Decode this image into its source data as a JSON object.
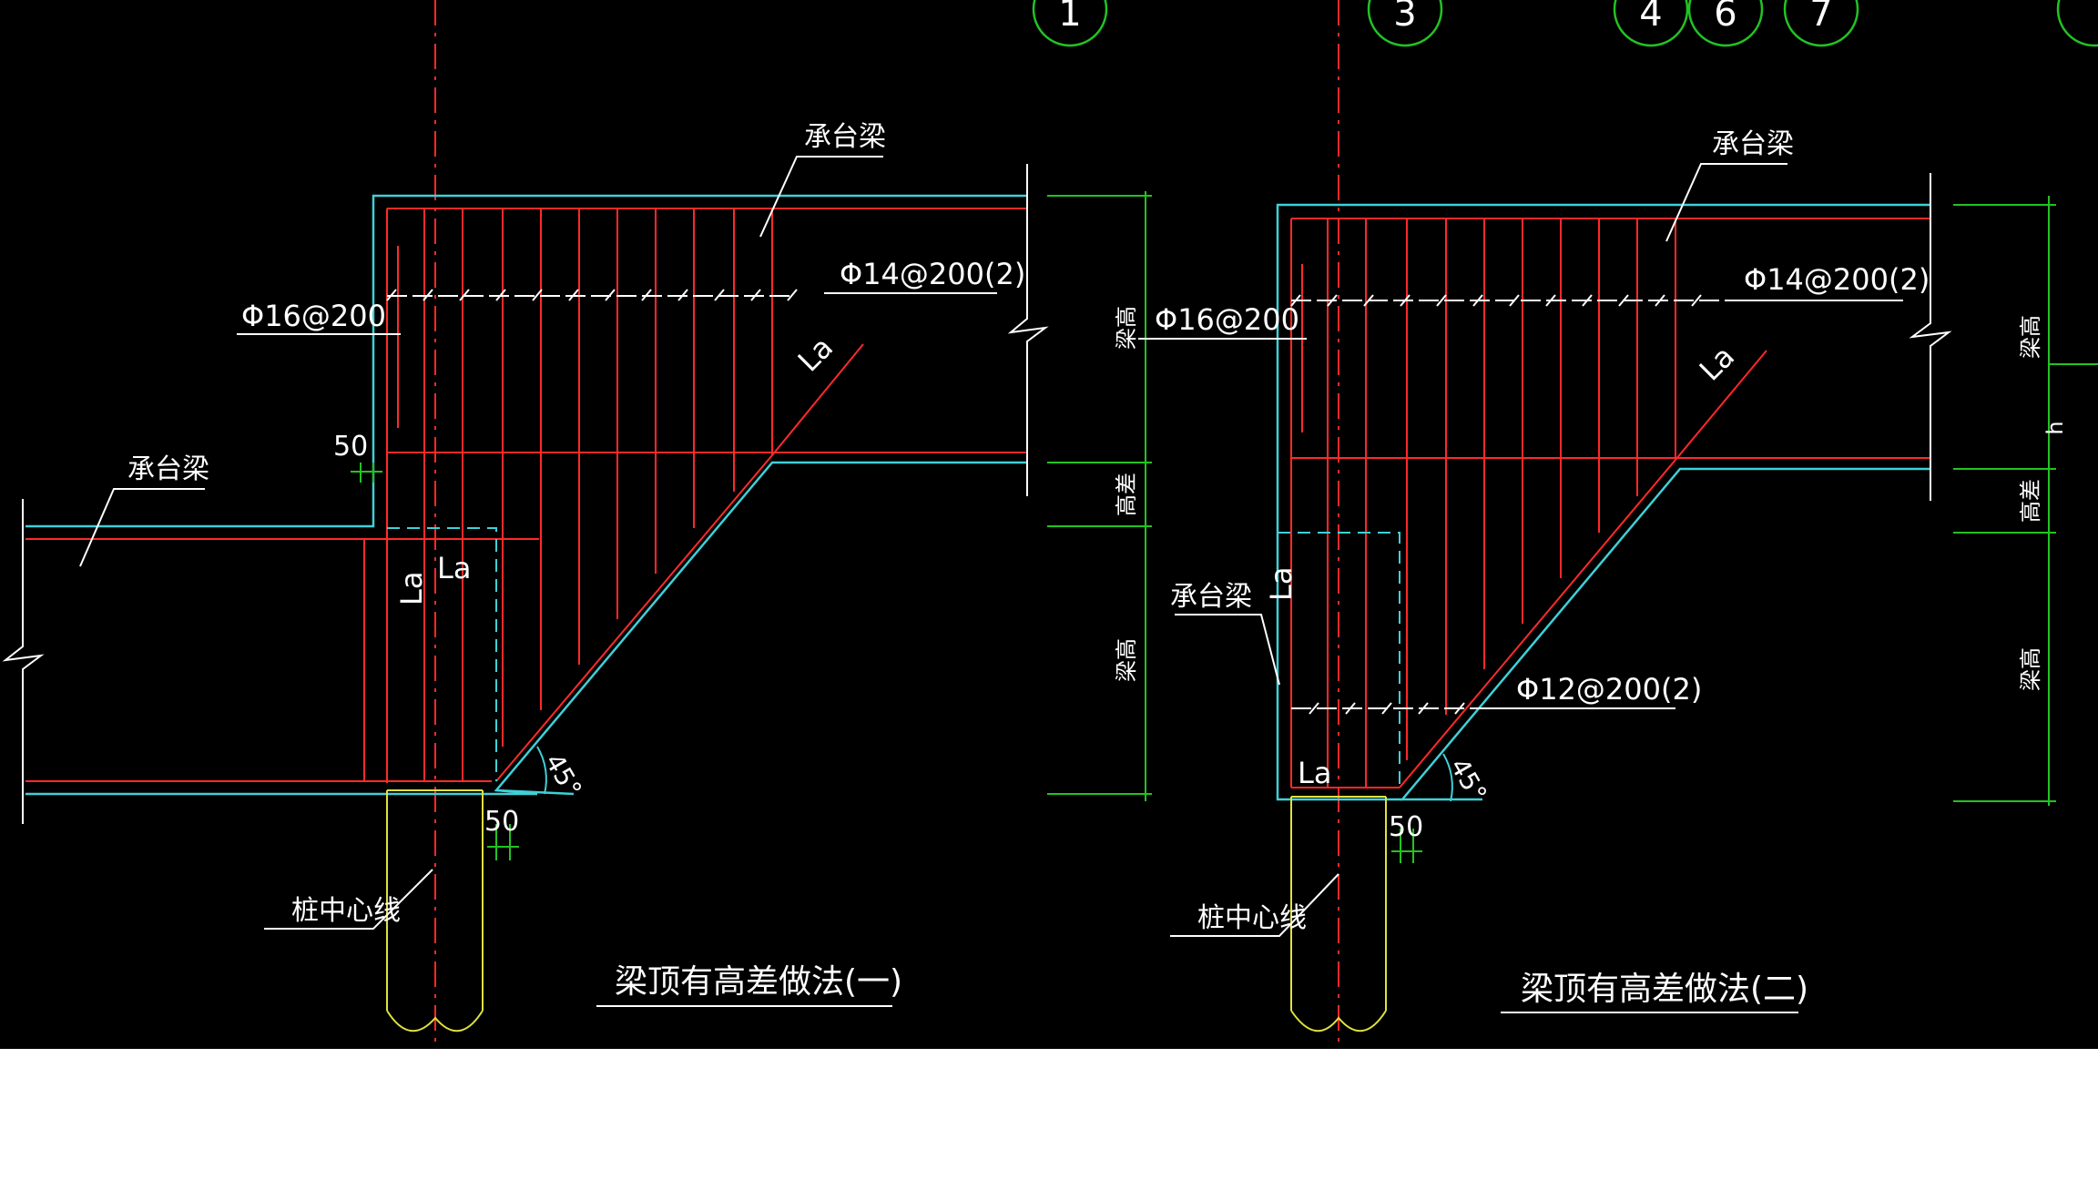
{
  "colors": {
    "canvas": "#000000",
    "page": "#ffffff",
    "rebar": "#ff2a2a",
    "outline": "#3fd0d8",
    "dimension": "#22c322",
    "text": "#ffffff",
    "pile": "#e0e040",
    "axis": "#ff2a2a",
    "grid_bubble": "#22c322"
  },
  "grid_bubbles": [
    "1",
    "3",
    "4",
    "6",
    "7"
  ],
  "left_detail": {
    "caption": "梁顶有高差做法(一)",
    "label_beam_top": "承台梁",
    "label_beam_left": "承台梁",
    "label_rebar_top": "Φ14@200(2)",
    "label_rebar_side": "Φ16@200",
    "label_la_diagonal": "La",
    "label_la_vertical": "La",
    "label_la_horizontal": "La",
    "label_50_upper": "50",
    "label_50_lower": "50",
    "label_angle": "45°",
    "label_pile_center": "桩中心线",
    "dim_beam_height": "梁高",
    "dim_height_diff": "高差",
    "dim_beam_height_lower": "梁高"
  },
  "right_detail": {
    "caption": "梁顶有高差做法(二)",
    "label_beam_top": "承台梁",
    "label_beam_left": "承台梁",
    "label_rebar_top": "Φ14@200(2)",
    "label_rebar_side": "Φ16@200",
    "label_rebar_bottom": "Φ12@200(2)",
    "label_la_diagonal": "La",
    "label_la_vertical": "La",
    "label_la_bottom": "La",
    "label_50": "50",
    "label_angle": "45°",
    "label_pile_center": "桩中心线",
    "dim_beam_height": "梁高",
    "dim_height_diff": "高差",
    "dim_beam_height_lower": "梁高",
    "dim_h": "h"
  }
}
